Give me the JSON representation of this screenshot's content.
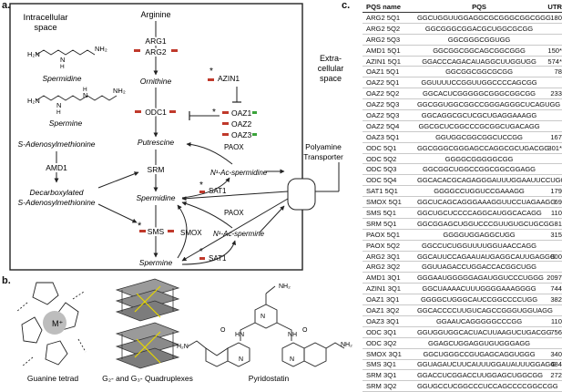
{
  "labels": {
    "a": "a.",
    "b": "b.",
    "c": "c."
  },
  "pathway": {
    "intracellular": [
      "Intracellular",
      "space"
    ],
    "extracellular": [
      "Extra-",
      "cellular",
      "space"
    ],
    "spermidine": "Spermidine",
    "spermine_mol": "Spermine",
    "sam": "S-Adenosylmethionine",
    "amd1": "AMD1",
    "dcsam": [
      "Decarboxylated",
      "S-Adenosylmethionine"
    ],
    "arginine": "Arginine",
    "arg1": "ARG1",
    "arg2": "ARG2",
    "ornithine": "Ornithine",
    "odc1": "ODC1",
    "azin1": "AZIN1",
    "oaz1": "OAZ1",
    "oaz2": "OAZ2",
    "oaz3": "OAZ3",
    "putrescine": "Putrescine",
    "srm": "SRM",
    "spermidine_c": "Spermidine",
    "sms": "SMS",
    "spermine_c": "Spermine",
    "paox1": "PAOX",
    "paox2": "PAOX",
    "n1_spermidine": "N¹-Ac-spermidine",
    "n1_spermine": "N¹-Ac-spermine",
    "sat1a": "SAT1",
    "sat1b": "SAT1",
    "smox": "SMOX",
    "transporter": [
      "Polyamine",
      "Transporter"
    ],
    "star": "*"
  },
  "structures": {
    "tetrad": "Guanine tetrad",
    "metal": "M⁺",
    "quadruplex": "G₂- and G₃- Quadruplexes",
    "pyridostatin": "Pyridostatin"
  },
  "table": {
    "headers": [
      "PQS name",
      "PQS",
      "UTR"
    ],
    "rows": [
      {
        "name": "ARG2 5Q1",
        "seq": "GGCUGGUUGGAGGCGCGGGCGGCGGG",
        "utr": "180"
      },
      {
        "name": "ARG2 5Q2",
        "seq": "GGCGGGCGGACGCUGGCGCGG",
        "utr": ""
      },
      {
        "name": "ARG2 5Q3",
        "seq": "GGCGGGCGGUGG",
        "utr": ""
      },
      {
        "name": "AMD1 5Q1",
        "seq": "GGCGGCGGCAGCGGCGGG",
        "utr": "150*"
      },
      {
        "name": "AZIN1 5Q1",
        "seq": "GGACCCAGACAUAGGCUUGGUGG",
        "utr": "574*"
      },
      {
        "name": "OAZ1 5Q1",
        "seq": "GGCGGCGGCGCGG",
        "utr": "78"
      },
      {
        "name": "OAZ2 5Q1",
        "seq": "GGUUUUCCGGUUGGCCCCAGCGG",
        "utr": ""
      },
      {
        "name": "OAZ2 5Q2",
        "seq": "GGCACUCGGGGGCGGGCGGCGG",
        "utr": "233"
      },
      {
        "name": "OAZ2 5Q3",
        "seq": "GGCGGUGGCGGCCGGGAGGGCUCAGUGG",
        "utr": ""
      },
      {
        "name": "OAZ2 5Q3",
        "seq": "GGCAGGCGCUCGCUGAGGAAAGG",
        "utr": ""
      },
      {
        "name": "OAZ2 5Q4",
        "seq": "GGCGCUCGGCCCGCGGCUGACAGG",
        "utr": ""
      },
      {
        "name": "OAZ3 5Q1",
        "seq": "GGUGGCGGCGGCUCCGG",
        "utr": "167"
      },
      {
        "name": "ODC 5Q1",
        "seq": "GGCGGGCGGGAGCCAGGCGCUGACGG",
        "utr": "301*"
      },
      {
        "name": "ODC 5Q2",
        "seq": "GGGGCGGGGGCGG",
        "utr": ""
      },
      {
        "name": "ODC 5Q3",
        "seq": "GGCGGCUGGCCGGCGGCGGAGG",
        "utr": ""
      },
      {
        "name": "ODC 5Q4",
        "seq": "GGCACACGCAGAGGGAUUUGGAAUUCCUGG",
        "utr": ""
      },
      {
        "name": "SAT1 5Q1",
        "seq": "GGGGCCUGGUCCGAAAGG",
        "utr": "179"
      },
      {
        "name": "SMOX 5Q1",
        "seq": "GGCUCAGCAGGGAAAGGUUCCUAGAAGG",
        "utr": "69"
      },
      {
        "name": "SMS 5Q1",
        "seq": "GGCUGCUCCCCAGGCAUGGCACAGG",
        "utr": "110"
      },
      {
        "name": "SRM 5Q1",
        "seq": "GGCGGAGCUGGUCCCGUUGUGCUGCGG",
        "utr": "81"
      },
      {
        "name": "PAOX 5Q1",
        "seq": "GGGGUGGAGGCUGG",
        "utr": "315"
      },
      {
        "name": "PAOX 5Q2",
        "seq": "GGCCUCUGGUUUUGGUAACCAGG",
        "utr": ""
      },
      {
        "name": "ARG2 3Q1",
        "seq": "GGCAUUCCAGAAUAUGAGGCAUUGAGGG",
        "utr": "800"
      },
      {
        "name": "ARG2 3Q2",
        "seq": "GGUUAGACCUGGACCACGGCUGG",
        "utr": ""
      },
      {
        "name": "AMD1 3Q1",
        "seq": "GGGAAUGGGGGAGAUGGUCCCUGGG",
        "utr": "2097"
      },
      {
        "name": "AZIN1 3Q1",
        "seq": "GGCUAAAACUUUGGGGAAAGGGG",
        "utr": "744"
      },
      {
        "name": "OAZ1 3Q1",
        "seq": "GGGGCUGGGCAUCCGGCCCCUGG",
        "utr": "382"
      },
      {
        "name": "OAZ1 3Q2",
        "seq": "GGCACCCCUUGUCAGCCGGGUGGUAGG",
        "utr": ""
      },
      {
        "name": "OAZ3 3Q1",
        "seq": "GGAAUCAGGGGGCCCGG",
        "utr": "110"
      },
      {
        "name": "ODC 3Q1",
        "seq": "GGUGGUGGCACUACUUAAGUCUGACGG",
        "utr": "756"
      },
      {
        "name": "ODC 3Q2",
        "seq": "GGAGCUGGAGGUGUGGGAGG",
        "utr": ""
      },
      {
        "name": "SMOX 3Q1",
        "seq": "GGCUGGGCCGUGAGCAGGUGGG",
        "utr": "340"
      },
      {
        "name": "SMS 3Q1",
        "seq": "GGUAGAUCUUCAUUUGGAUAUUUGGAGG",
        "utr": "484"
      },
      {
        "name": "SRM 3Q1",
        "seq": "GGACCUCGGACCUUGGAGCUGGCGG",
        "utr": "272"
      },
      {
        "name": "SRM 3Q2",
        "seq": "GGUGCCUCGGCCCUCCAGCCCCGGCCGG",
        "utr": ""
      }
    ]
  }
}
